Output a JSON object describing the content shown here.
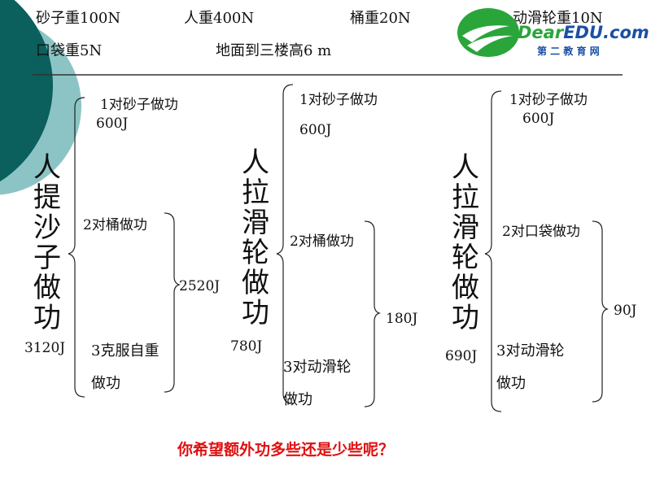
{
  "given": {
    "sand": "砂子重100N",
    "person": "人重400N",
    "bucket": "桶重20N",
    "pulley": "动滑轮重10N",
    "bag": "口袋重5N",
    "height": "地面到三楼高6 m"
  },
  "logo": {
    "brand_a": "Dear",
    "brand_b": "EDU",
    "brand_c": ".com",
    "subtitle": "第 二 教 育 网"
  },
  "col1": {
    "title": "人提沙子做功",
    "total": "3120J",
    "item1": "1对砂子做功",
    "item1_value": "600J",
    "item2": "2对桶做功",
    "item3_line1": "3克服自重",
    "item3_line2": "做功",
    "extra_total": "2520J"
  },
  "col2": {
    "title": "人拉滑轮做功",
    "total": "780J",
    "item1": "1对砂子做功",
    "item1_value": "600J",
    "item2": "2对桶做功",
    "item3_line1": "3对动滑轮",
    "item3_line2": "做功",
    "extra_total": "180J"
  },
  "col3": {
    "title": "人拉滑轮做功",
    "total": "690J",
    "item1": "1对砂子做功",
    "item1_value": "600J",
    "item2": "2对口袋做功",
    "item3_line1": "3对动滑轮",
    "item3_line2": "做功",
    "extra_total": "90J"
  },
  "question": "你希望额外功多些还是少些呢？",
  "colors": {
    "teal_dark": "#0b5f5c",
    "teal_light": "#7fbcbd",
    "logo_green": "#2aa53a",
    "logo_blue": "#1c4fa5",
    "question_red": "#e01010"
  }
}
